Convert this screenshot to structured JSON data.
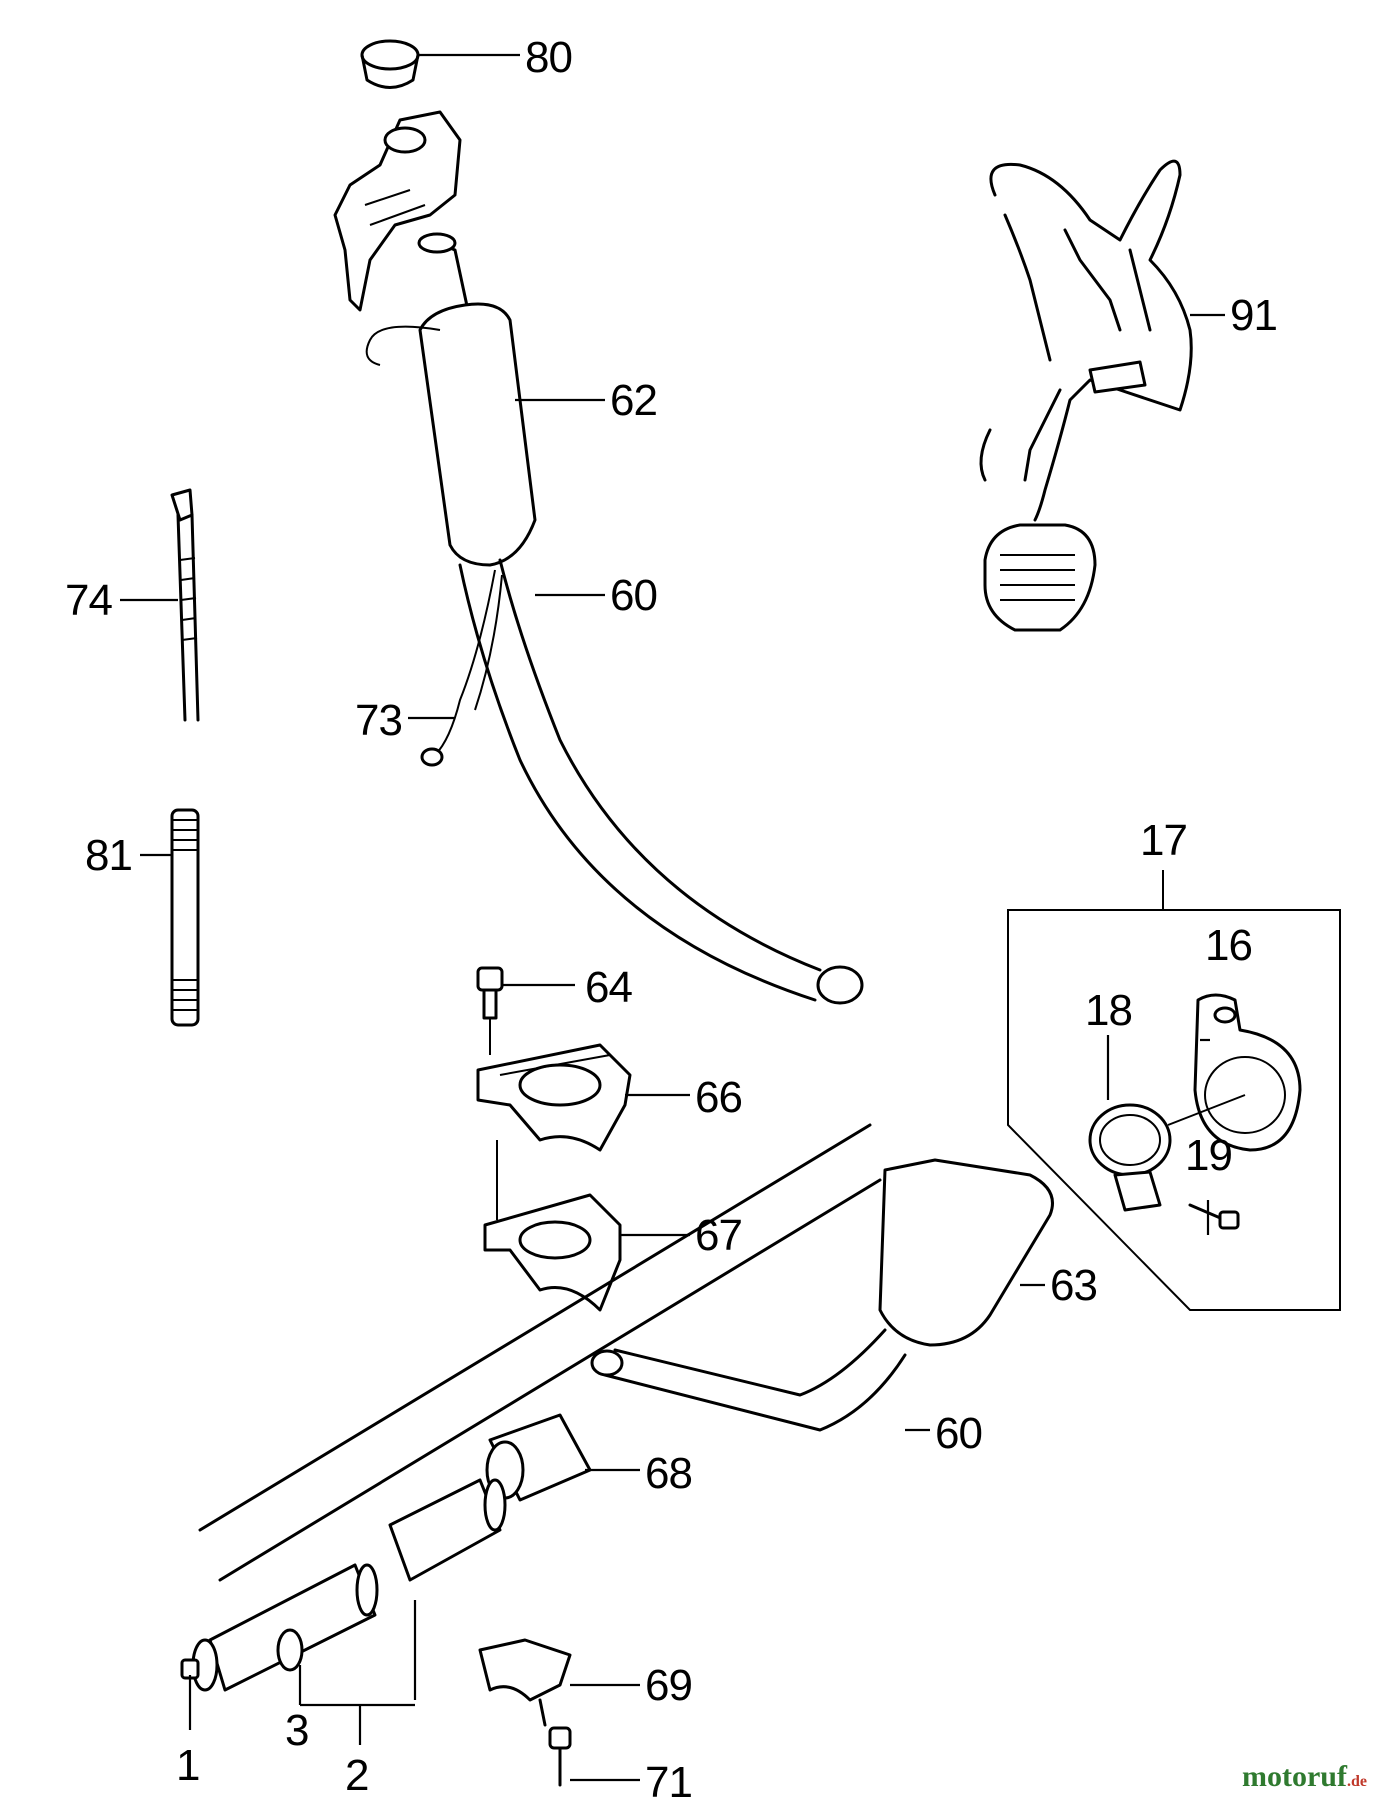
{
  "labels": {
    "p80": "80",
    "p91": "91",
    "p62": "62",
    "p74": "74",
    "p60a": "60",
    "p73": "73",
    "p81": "81",
    "p17": "17",
    "p16": "16",
    "p18": "18",
    "p64": "64",
    "p66": "66",
    "p67": "67",
    "p19": "19",
    "p63": "63",
    "p60b": "60",
    "p68": "68",
    "p69": "69",
    "p71": "71",
    "p3": "3",
    "p1": "1",
    "p2": "2"
  },
  "watermark": {
    "main": "motoruf",
    "suffix": ".de"
  }
}
